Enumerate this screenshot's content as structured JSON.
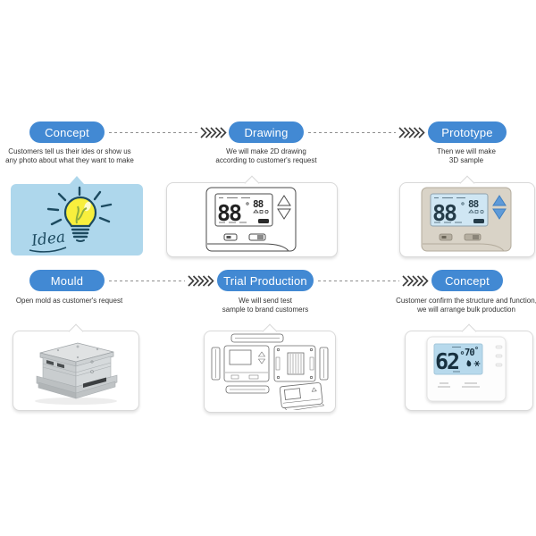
{
  "diagram": {
    "kind": "product-development-process-flow",
    "rows": 2,
    "columns": 3
  },
  "colors": {
    "pill_background": "#4289d3",
    "pill_text": "#ffffff",
    "dash_line": "#8f8f8f",
    "chevron": "#3a3a3a",
    "description_text": "#333333",
    "bubble_border": "#d9d9d9",
    "idea_bubble_background": "#aed7ec",
    "idea_ink": "#1c4a60",
    "bulb_yellow": "#f8ef3d",
    "prototype_body": "#d9d3c7",
    "lcd_blue": "#cfe6f3",
    "final_lcd_blue": "#b7d9ec"
  },
  "steps": [
    {
      "label": "Concept",
      "description": "Customers tell us their ides or show us\nany photo about what they want to make"
    },
    {
      "label": "Drawing",
      "description": "We will make 2D drawing\naccording to customer's request"
    },
    {
      "label": "Prototype",
      "description": "Then we will make\n3D sample"
    },
    {
      "label": "Mould",
      "description": "Open mold as customer's request"
    },
    {
      "label": "Trial Production",
      "description": "We will send test\nsample to brand customers"
    },
    {
      "label": "Concept",
      "description": "Customer confirm the structure and function,\nwe will arrange bulk production"
    }
  ],
  "images": {
    "idea": {
      "caption": "Idea"
    },
    "drawing_2d": {
      "display_large": "88",
      "display_small": "88"
    },
    "sample_3d": {
      "display_large": "88",
      "display_small": "88"
    },
    "final_product": {
      "display_large": "62",
      "display_small": "70"
    }
  }
}
